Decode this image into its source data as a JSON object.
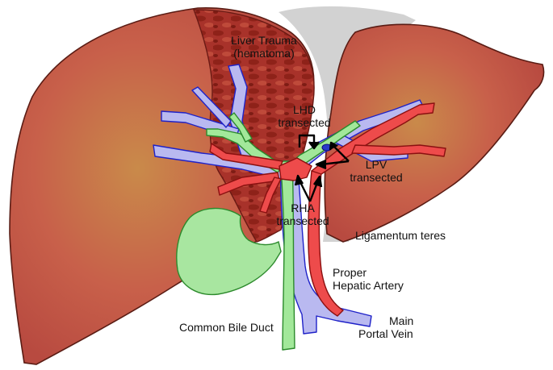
{
  "labels": {
    "liver_trauma_line1": "Liver Trauma",
    "liver_trauma_line2": "(hematoma)",
    "lhd_line1": "LHD",
    "lhd_line2": "transected",
    "lpv_line1": "LPV",
    "lpv_line2": "transected",
    "rha_line1": "RHA",
    "rha_line2": "transected",
    "ligamentum_teres": "Ligamentum teres",
    "proper_hepatic_line1": "Proper",
    "proper_hepatic_line2": "Hepatic Artery",
    "common_bile_duct": "Common Bile Duct",
    "portal_vein_line1": "Main",
    "portal_vein_line2": "Portal Vein"
  },
  "colors": {
    "liver": "#c8574a",
    "liver_edge": "#5a1c14",
    "hematoma": "#a8322a",
    "ligament": "#d2d2d2",
    "portal_vein": "#b9b9f0",
    "vein_edge": "#1f22c8",
    "artery": "#ee4b4b",
    "artery_edge": "#8a1010",
    "bile_duct": "#a2e89a",
    "bile_edge": "#2c8a2c",
    "pointer": "#000000"
  }
}
